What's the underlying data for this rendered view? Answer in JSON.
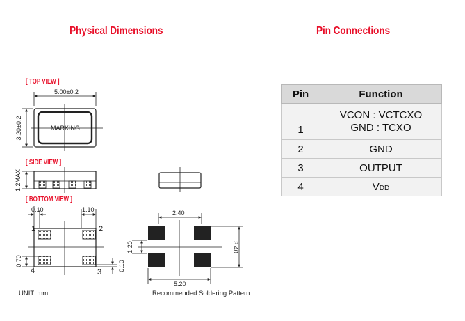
{
  "headings": {
    "left": "Physical Dimensions",
    "right": "Pin Connections"
  },
  "views": {
    "top": "[ TOP VIEW ]",
    "side": "[ SIDE VIEW ]",
    "bottom": "[ BOTTOM VIEW ]"
  },
  "top_view": {
    "width_dim": "5.00±0.2",
    "height_dim": "3.20±0.2",
    "marking": "MARKING"
  },
  "side_view": {
    "height_dim": "1.2MAX"
  },
  "bottom_view": {
    "dim_left": "0.10",
    "dim_right": "1.10",
    "dim_pad_height": "0.70",
    "dim_gap": "0.10",
    "pins": [
      "1",
      "2",
      "3",
      "4"
    ]
  },
  "solder": {
    "dim_top": "2.40",
    "dim_bottom": "5.20",
    "dim_left": "1.20",
    "dim_right": "3.40",
    "caption": "Recommended Soldering Pattern"
  },
  "unit": "UNIT:  mm",
  "pin_table": {
    "header_pin": "Pin",
    "header_function": "Function",
    "rows": [
      {
        "pin": "1",
        "line1": "VCON : VCTCXO",
        "line2": "GND : TCXO"
      },
      {
        "pin": "2",
        "function": "GND"
      },
      {
        "pin": "3",
        "function": "OUTPUT"
      },
      {
        "pin": "4",
        "vdd_main": "V",
        "vdd_sub": "DD"
      }
    ]
  },
  "colors": {
    "heading_red": "#e8102a",
    "table_header_bg": "#d9d9d9",
    "table_cell_bg": "#f2f2f2",
    "pad_fill": "#222222"
  }
}
